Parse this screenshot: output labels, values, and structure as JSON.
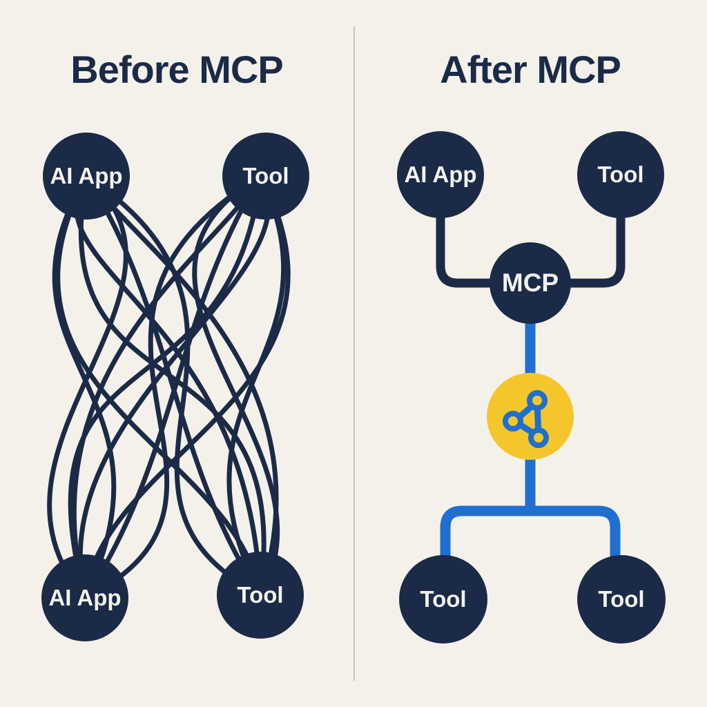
{
  "colors": {
    "background": "#f4f1ea",
    "navy": "#1b2a47",
    "blue": "#1e6fd0",
    "yellow": "#f5c62b",
    "divider_gray": "#c3c3c0",
    "node_text": "#f4f3f1"
  },
  "panels": {
    "before": {
      "title": "Before MCP",
      "nodes": {
        "top_left": "AI App",
        "top_right": "Tool",
        "bottom_left": "AI App",
        "bottom_right": "Tool"
      },
      "connection_style": "tangled many-to-many curves"
    },
    "after": {
      "title": "After MCP",
      "nodes": {
        "top_left": "AI App",
        "top_right": "Tool",
        "hub": "MCP",
        "bottom_left": "Tool",
        "bottom_right": "Tool"
      },
      "icon": "share-network-icon",
      "connection_style": "hub-and-spoke through MCP"
    }
  }
}
